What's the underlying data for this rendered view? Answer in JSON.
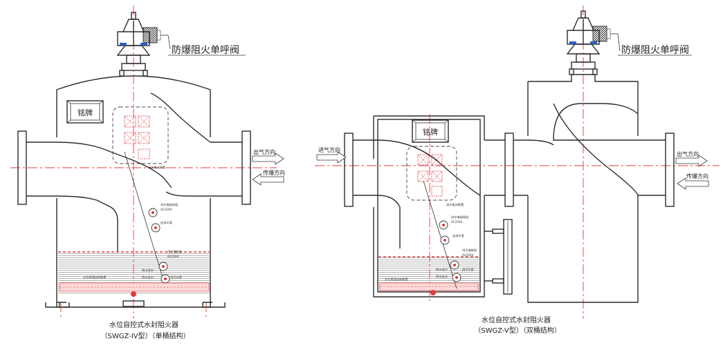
{
  "left_diagram": {
    "valve_label": "防爆阻火单呼阀",
    "nameplate": "铭牌",
    "outlet_label": "出气方向",
    "flashback_label": "传爆方向",
    "caption_line1": "水位自控式水封阻火器",
    "caption_line2": "（SWGZ-IV型）（单桶结构）",
    "callouts": [
      "流水电动装置",
      "进水电磁阀组",
      "AC220V",
      "出流水管",
      "排污电磁阀",
      "AC220V",
      "热水进口",
      "热水出口",
      "排污水管",
      "水位报温加热装置"
    ]
  },
  "right_diagram": {
    "valve_label": "防爆阻火单呼阀",
    "nameplate": "铭牌",
    "inlet_label": "进气方向",
    "outlet_label": "出气方向",
    "flashback_label": "传爆方向",
    "caption_line1": "水位自控式水封阻火器",
    "caption_line2": "（SWGZ-V型）（双桶结构）",
    "callouts": [
      "流水电动装置",
      "进水电磁阀组",
      "AC220V",
      "出流水管",
      "排污电磁阀",
      "AC220V",
      "热水进口",
      "热水出口",
      "排污水管",
      "水位报温加热装置"
    ]
  }
}
